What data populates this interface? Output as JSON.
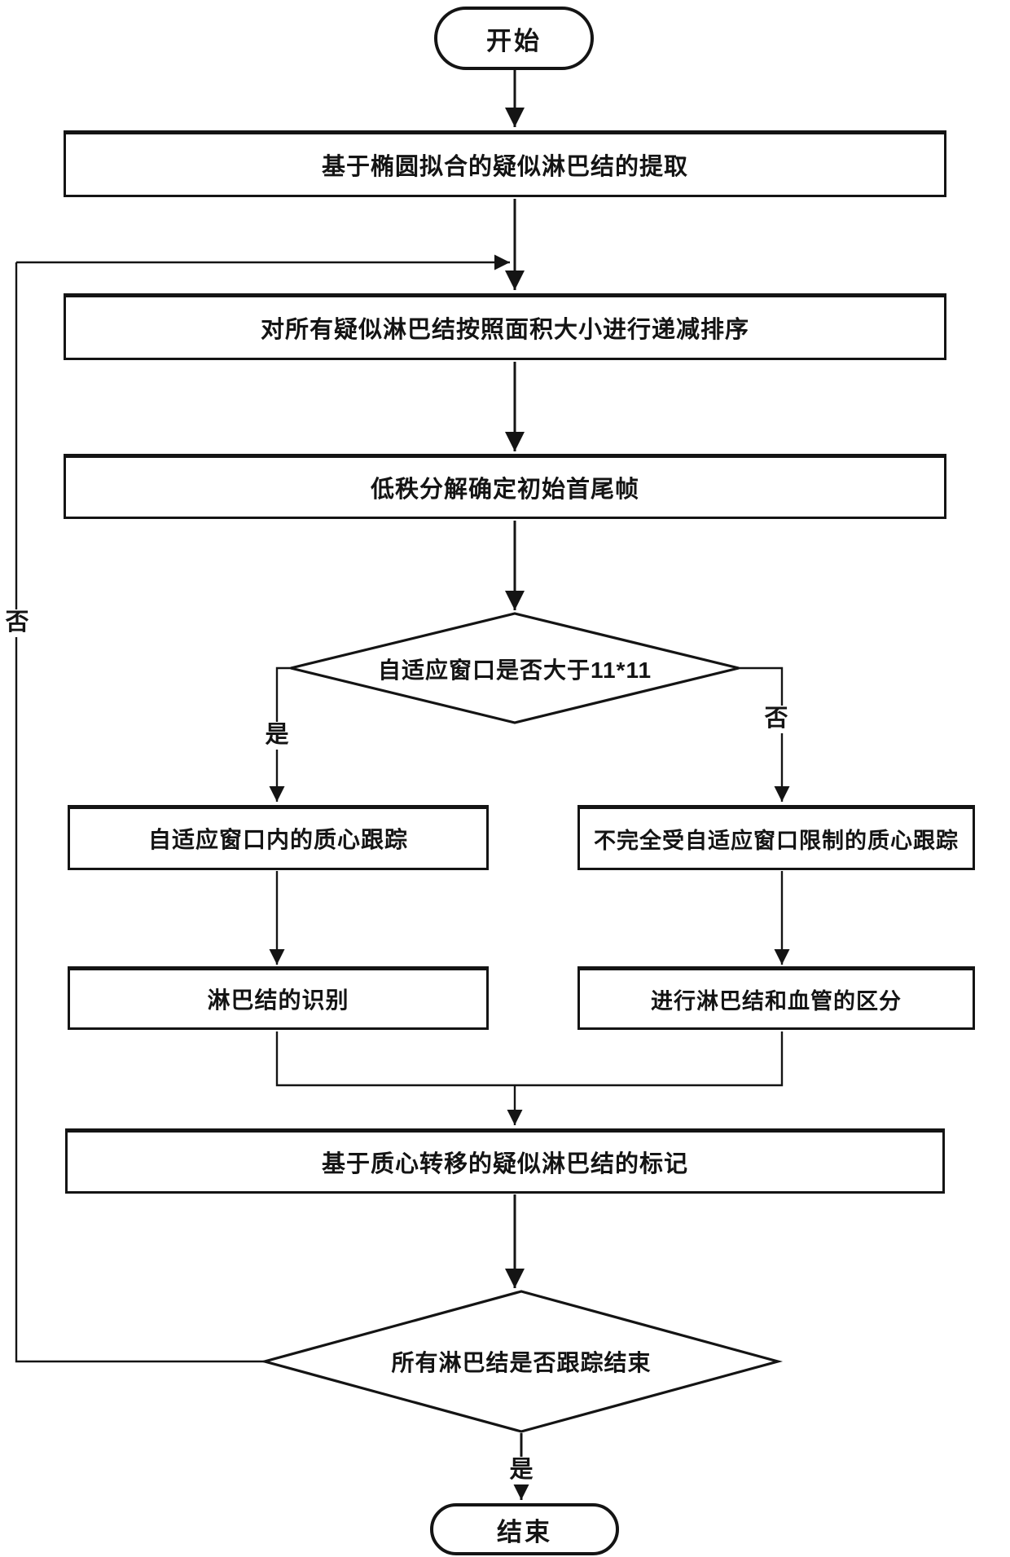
{
  "colors": {
    "line": "#141414",
    "background": "#ffffff"
  },
  "flowchart": {
    "start": {
      "label": "开始"
    },
    "steps": [
      {
        "id": "extract",
        "label": "基于椭圆拟合的疑似淋巴结的提取"
      },
      {
        "id": "sort",
        "label": "对所有疑似淋巴结按照面积大小进行递减排序"
      },
      {
        "id": "lowrank",
        "label": "低秩分解确定初始首尾帧"
      }
    ],
    "decision1": {
      "label": "自适应窗口是否大于11*11",
      "yes_label": "是",
      "no_label": "否"
    },
    "branch_left": {
      "step1": "自适应窗口内的质心跟踪",
      "step2": "淋巴结的识别"
    },
    "branch_right": {
      "step1": "不完全受自适应窗口限制的质心跟踪",
      "step2": "进行淋巴结和血管的区分"
    },
    "merge_step": {
      "label": "基于质心转移的疑似淋巴结的标记"
    },
    "decision2": {
      "label": "所有淋巴结是否跟踪结束",
      "yes_label": "是",
      "no_label": "否"
    },
    "end": {
      "label": "结束"
    }
  }
}
